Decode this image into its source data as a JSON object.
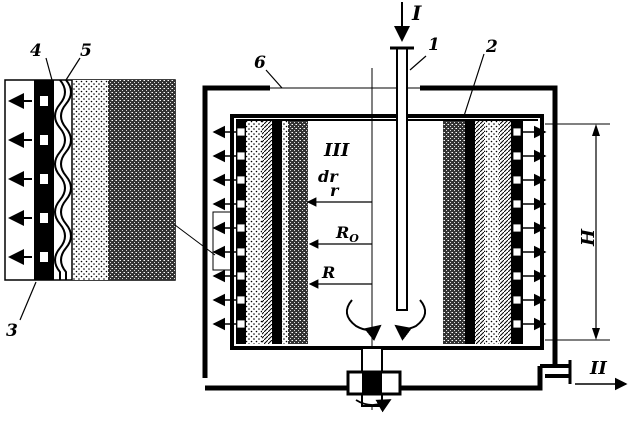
{
  "labels": {
    "inflow": "I",
    "outflow": "II",
    "zone": "III",
    "part1": "1",
    "part2": "2",
    "part3": "3",
    "part4": "4",
    "part5": "5",
    "part6": "6",
    "dr": "dr",
    "r": "r",
    "r0_base": "R",
    "r0_sub": "O",
    "R": "R",
    "H": "H"
  }
}
